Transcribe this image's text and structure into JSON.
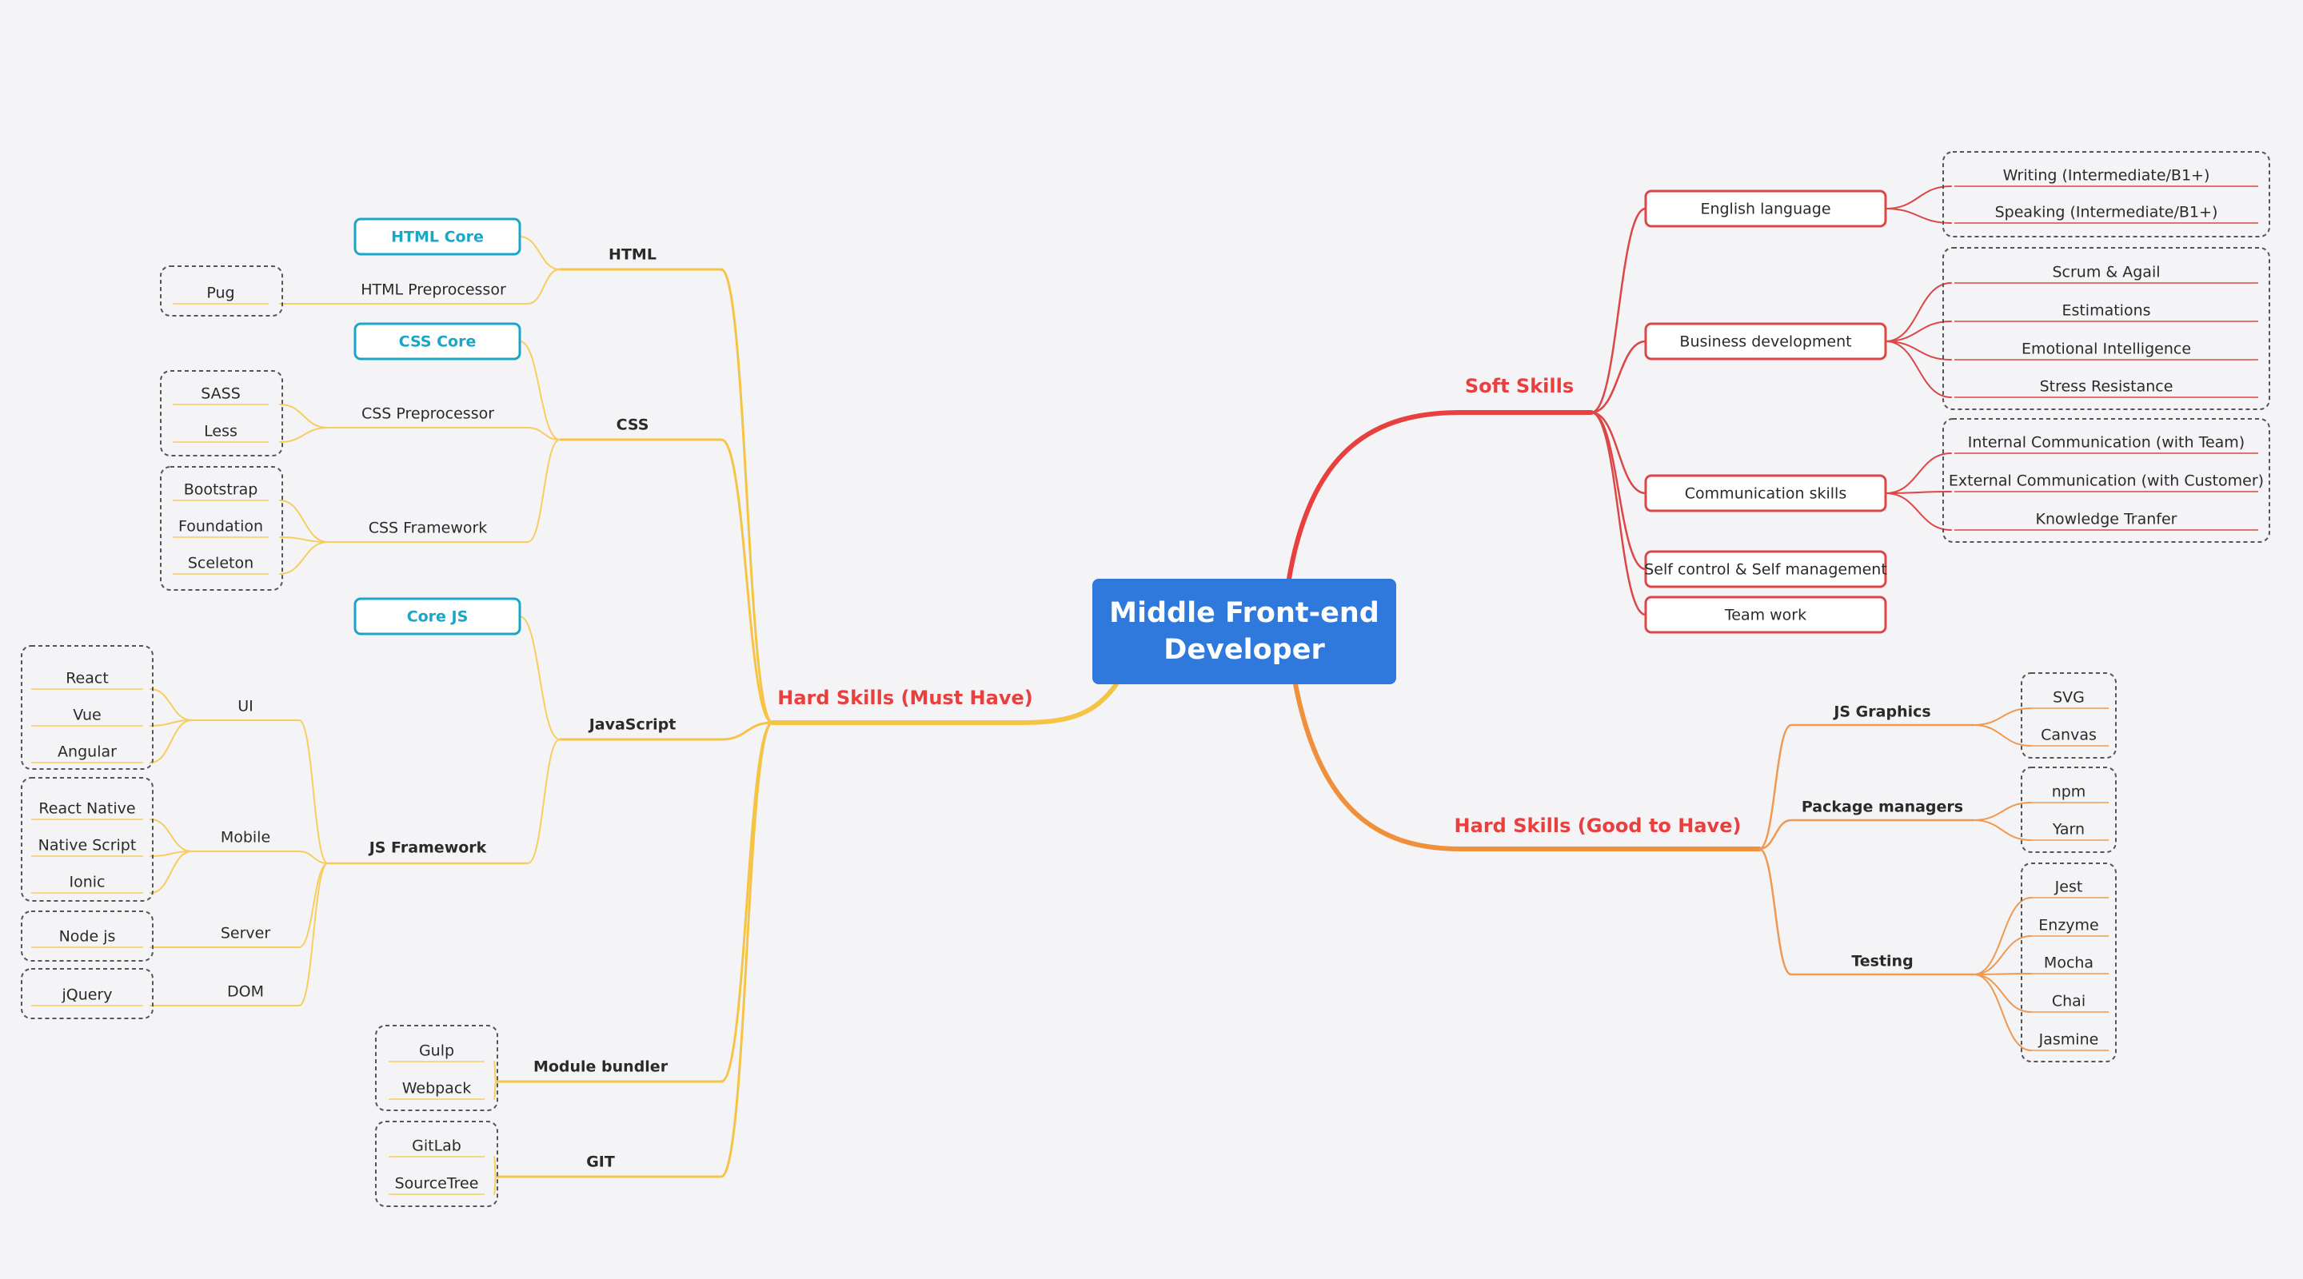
{
  "central": {
    "lines": [
      "Middle Front-end",
      "Developer"
    ]
  },
  "colors": {
    "background": "#f4f4f7",
    "central_fill": "#2f78dc",
    "branch_red": "#e8403f",
    "branch_orange": "#f0903a",
    "branch_yellow": "#f6c445",
    "leaf_red": "#db4646",
    "leaf_orange": "#ee9a52",
    "leaf_yellow": "#f7cd60",
    "highlight": "#1aa6c8",
    "text_dark": "#2a2a2a",
    "dashed": "#555555"
  },
  "hard_skills_must": {
    "label": "Hard Skills (Must Have)",
    "html": {
      "label": "HTML",
      "core": "HTML Core",
      "preprocessor": "HTML Preprocessor",
      "preprocessor_items": [
        "Pug"
      ]
    },
    "css": {
      "label": "CSS",
      "core": "CSS Core",
      "preprocessor": "CSS Preprocessor",
      "preprocessor_items": [
        "SASS",
        "Less"
      ],
      "framework": "CSS Framework",
      "framework_items": [
        "Bootstrap",
        "Foundation",
        "Sceleton"
      ]
    },
    "javascript": {
      "label": "JavaScript",
      "core": "Core JS",
      "framework": {
        "label": "JS Framework",
        "ui": {
          "label": "UI",
          "items": [
            "React",
            "Vue",
            "Angular"
          ]
        },
        "mobile": {
          "label": "Mobile",
          "items": [
            "React Native",
            "Native Script",
            "Ionic"
          ]
        },
        "server": {
          "label": "Server",
          "items": [
            "Node js"
          ]
        },
        "dom": {
          "label": "DOM",
          "items": [
            "jQuery"
          ]
        }
      }
    },
    "module_bundler": {
      "label": "Module bundler",
      "items": [
        "Gulp",
        "Webpack"
      ]
    },
    "git": {
      "label": "GIT",
      "items": [
        "GitLab",
        "SourceTree"
      ]
    }
  },
  "soft_skills": {
    "label": "Soft Skills",
    "english": {
      "label": "English language",
      "items": [
        "Writing (Intermediate/B1+)",
        "Speaking (Intermediate/B1+)"
      ]
    },
    "business": {
      "label": "Business development",
      "items": [
        "Scrum & Agail",
        "Estimations",
        "Emotional Intelligence",
        "Stress Resistance"
      ]
    },
    "communication": {
      "label": "Communication skills",
      "items": [
        "Internal Communication (with Team)",
        "External Communication (with Customer)",
        "Knowledge Tranfer"
      ]
    },
    "self_control": "Self control & Self management",
    "team_work": "Team work"
  },
  "hard_skills_good": {
    "label": "Hard Skills (Good to Have)",
    "graphics": {
      "label": "JS Graphics",
      "items": [
        "SVG",
        "Canvas"
      ]
    },
    "packages": {
      "label": "Package managers",
      "items": [
        "npm",
        "Yarn"
      ]
    },
    "testing": {
      "label": "Testing",
      "items": [
        "Jest",
        "Enzyme",
        "Mocha",
        "Chai",
        "Jasmine"
      ]
    }
  }
}
